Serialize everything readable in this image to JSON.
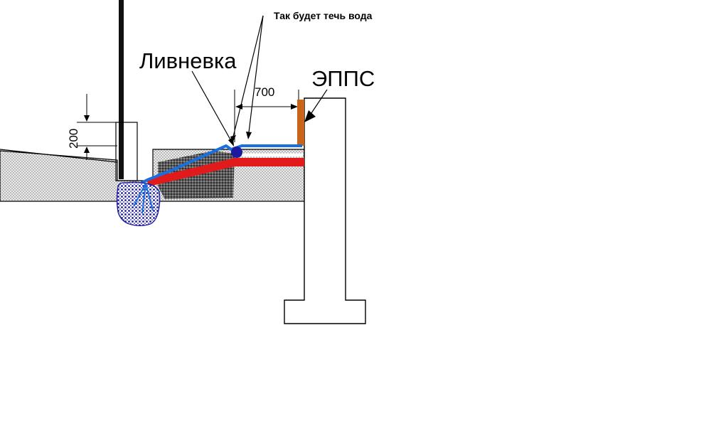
{
  "labels": {
    "water_flow": "Так будет течь вода",
    "storm_drain": "Ливневка",
    "epps": "ЭППС",
    "dimension_700": "700",
    "dimension_200": "200"
  },
  "colors": {
    "outline": "#000000",
    "soil_fill": "#ececec",
    "soil_dots": "#6e6e6e",
    "water_blue": "#1a6fe0",
    "warm_red": "#e11b1b",
    "insulation_brown": "#c8651a",
    "drain_blue": "#1a1aa0",
    "gravel_dark": "#3a3a3a"
  }
}
